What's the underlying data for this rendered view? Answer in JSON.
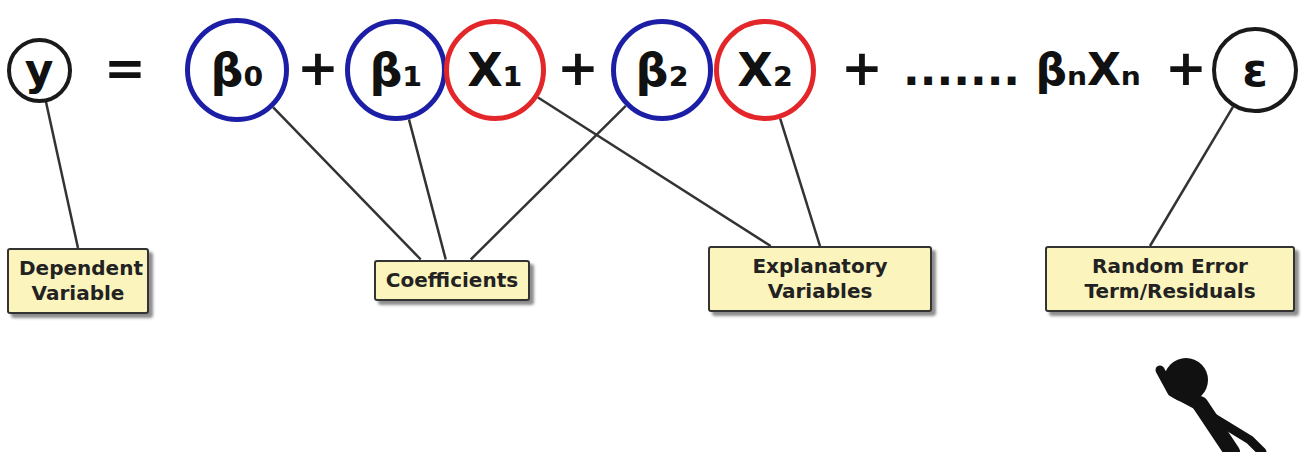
{
  "diagram": {
    "nodes": [
      {
        "text": [
          "y"
        ]
      },
      {
        "text": [
          "β₀"
        ]
      },
      {
        "text": [
          "β₁"
        ]
      },
      {
        "text": [
          "X₁"
        ]
      },
      {
        "text": [
          "β₂"
        ]
      },
      {
        "text": [
          "X₂"
        ]
      },
      {
        "text": [
          "ε"
        ]
      },
      {
        "text": [
          "Dependent Variable"
        ]
      },
      {
        "text": [
          "Coefficients"
        ]
      },
      {
        "text": [
          "Explanatory Variables"
        ]
      },
      {
        "text": [
          "Random Error Term/Residuals"
        ]
      }
    ],
    "edges": [
      {
        "from": 0,
        "to": 7,
        "arrow": "none"
      },
      {
        "from": 1,
        "to": 8,
        "arrow": "none"
      },
      {
        "from": 2,
        "to": 8,
        "arrow": "none"
      },
      {
        "from": 4,
        "to": 8,
        "arrow": "none"
      },
      {
        "from": 3,
        "to": 9,
        "arrow": "none"
      },
      {
        "from": 5,
        "to": 9,
        "arrow": "none"
      },
      {
        "from": 6,
        "to": 10,
        "arrow": "none"
      }
    ],
    "labels": [
      "=",
      "+",
      "+",
      "+",
      "....... βₙXₙ",
      "+"
    ]
  }
}
